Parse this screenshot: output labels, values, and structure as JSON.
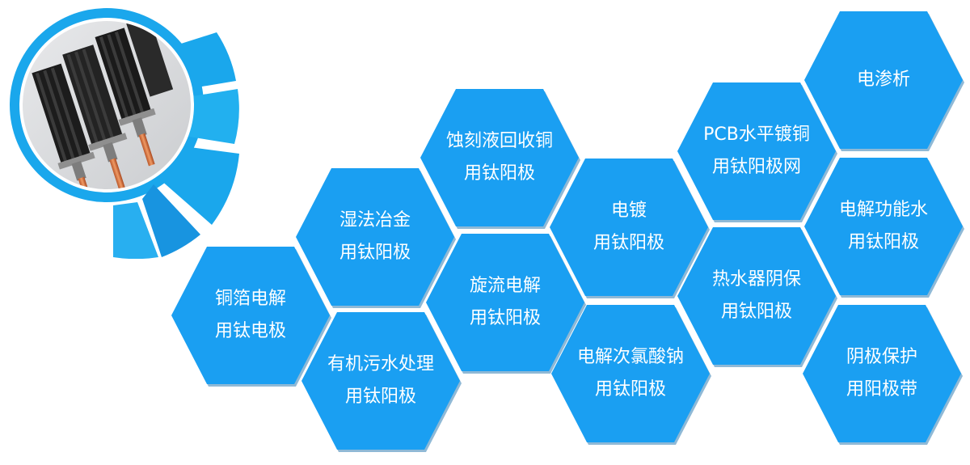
{
  "colors": {
    "hex_fill": "#1a9ff2",
    "hex_shadow": "#8fb9d6",
    "ring": "#1aa7ec",
    "ring_light": "#9fd8f7",
    "text": "#ffffff"
  },
  "photo": {
    "subject": "titanium-anode-product-photo"
  },
  "hexagons": [
    {
      "id": "copper-foil",
      "line1": "铜箔电解",
      "line2": "用钛电极"
    },
    {
      "id": "hydrometallurgy",
      "line1": "湿法冶金",
      "line2": "用钛阳极"
    },
    {
      "id": "organic-wastewater",
      "line1": "有机污水处理",
      "line2": "用钛阳极"
    },
    {
      "id": "etching-copper-recovery",
      "line1": "蚀刻液回收铜",
      "line2": "用钛阳极"
    },
    {
      "id": "swirl-electrolysis",
      "line1": "旋流电解",
      "line2": "用钛阳极"
    },
    {
      "id": "electroplating",
      "line1": "电镀",
      "line2": "用钛阳极"
    },
    {
      "id": "sodium-hypochlorite",
      "line1": "电解次氯酸钠",
      "line2": "用钛阳极"
    },
    {
      "id": "pcb-horizontal-plating",
      "line1": "PCB水平镀铜",
      "line2": "用钛阳极网"
    },
    {
      "id": "water-heater-cathodic",
      "line1": "热水器阴保",
      "line2": "用钛阳极"
    },
    {
      "id": "electrodialysis",
      "line1": "电渗析",
      "line2": ""
    },
    {
      "id": "functional-water",
      "line1": "电解功能水",
      "line2": "用钛阳极"
    },
    {
      "id": "cathodic-protection-ribbon",
      "line1": "阴极保护",
      "line2": "用阳极带"
    }
  ]
}
